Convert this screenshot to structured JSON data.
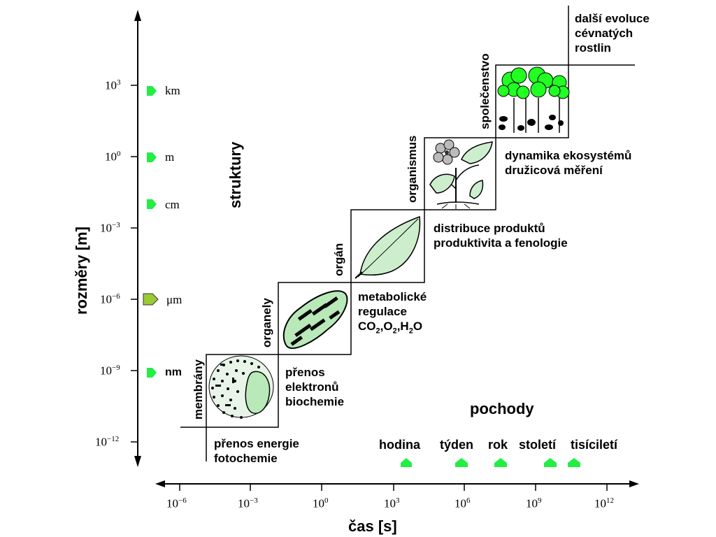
{
  "axes": {
    "y_label": "rozměry [m]",
    "x_label": "čas [s]",
    "y_ticks": [
      "10^3",
      "10^0",
      "10^−3",
      "10^−6",
      "10^−9",
      "10^−12"
    ],
    "x_ticks": [
      "10^−6",
      "10^−3",
      "10^0",
      "10^3",
      "10^6",
      "10^9",
      "10^12"
    ]
  },
  "size_units": [
    "km",
    "m",
    "cm",
    "μm",
    "nm"
  ],
  "structures_title": "struktury",
  "processes_title": "pochody",
  "levels": [
    {
      "name": "membrány",
      "process_lines": [
        "přenos",
        "elektronů",
        "biochemie"
      ]
    },
    {
      "name": "organely",
      "process_lines": [
        "metabolické",
        "regulace",
        "CO2,O2,H2O"
      ]
    },
    {
      "name": "orgán",
      "process_lines": [
        "distribuce produktů",
        "produktivita a fenologie"
      ]
    },
    {
      "name": "organismus",
      "process_lines": [
        "dynamika ekosystémů",
        "družicová měření"
      ]
    },
    {
      "name": "společenstvo",
      "process_lines": [
        "další evoluce",
        "cévnatých",
        "rostlin"
      ]
    }
  ],
  "bottom_process": [
    "přenos energie",
    "fotochemie"
  ],
  "time_markers": [
    "hodina",
    "týden",
    "rok",
    "století",
    "tisíciletí"
  ],
  "colors": {
    "marker_green": "#22ee44",
    "marker_olive": "#99cc33",
    "leaf_fill": "#cdeecd",
    "tree_green": "#22ff22"
  }
}
